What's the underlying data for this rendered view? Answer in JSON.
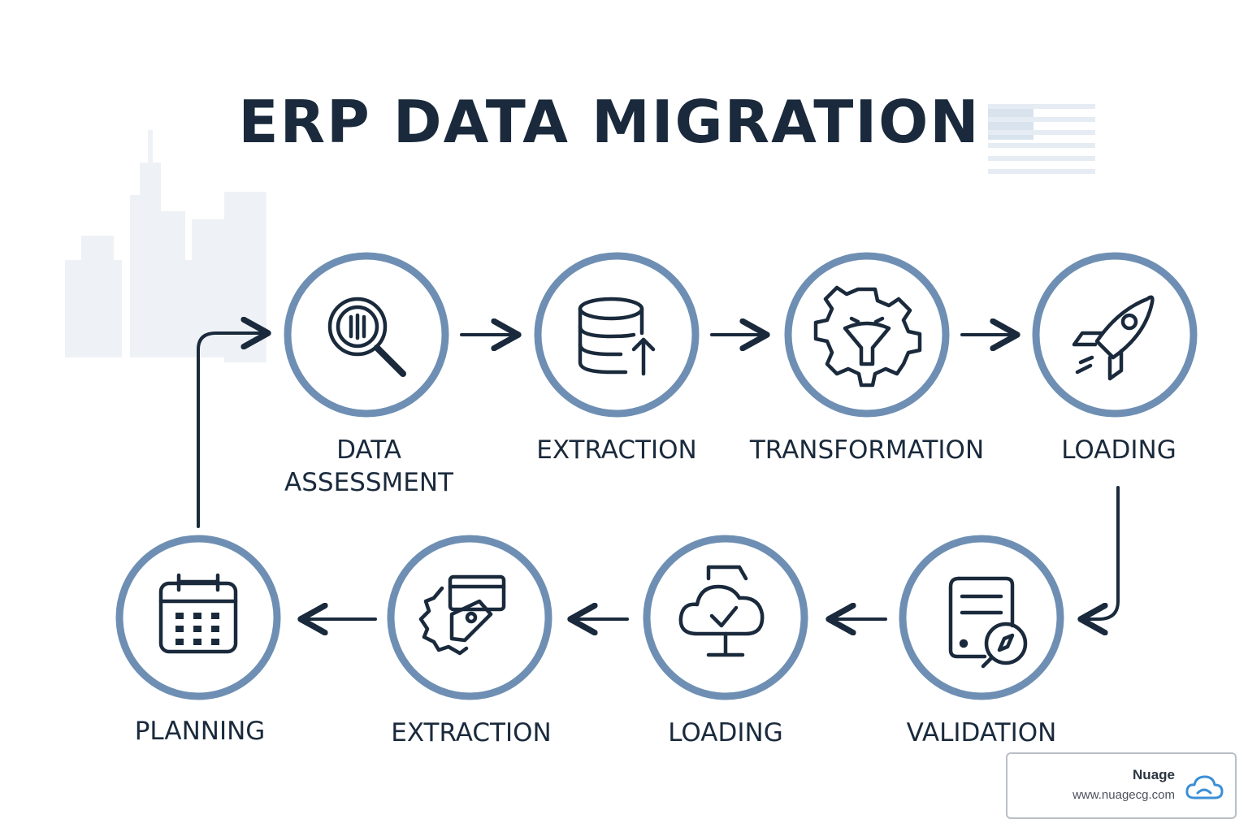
{
  "title": "ERP DATA MIGRATION",
  "colors": {
    "ring": "#6e8fb3",
    "ink": "#1a2a3c",
    "skyline": "#e9eef3",
    "flag": "#c9d6e4"
  },
  "top_row": [
    {
      "label_line1": "DATA",
      "label_line2": "ASSESSMENT",
      "icon": "magnifier-icon"
    },
    {
      "label_line1": "EXTRACTION",
      "icon": "database-upload-icon"
    },
    {
      "label_line1": "TRANSFORMATION",
      "icon": "gear-funnel-icon"
    },
    {
      "label_line1": "LOADING",
      "icon": "rocket-icon"
    }
  ],
  "bottom_row": [
    {
      "label_line1": "PLANNING",
      "icon": "calendar-icon"
    },
    {
      "label_line1": "EXTRACTION",
      "icon": "gear-tag-icon"
    },
    {
      "label_line1": "LOADING",
      "icon": "cloud-monitor-icon"
    },
    {
      "label_line1": "VALIDATION",
      "icon": "document-check-icon"
    }
  ],
  "badge": {
    "name": "Nuage",
    "url": "www.nuagecg.com",
    "icon": "cloud-logo-icon"
  }
}
